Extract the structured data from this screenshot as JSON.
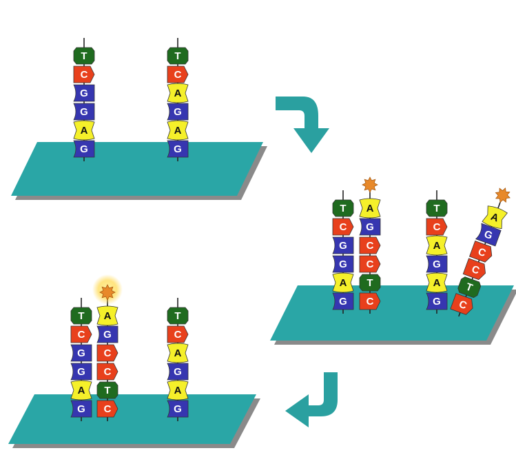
{
  "colors": {
    "T": "#1f6b1f",
    "C": "#e8401c",
    "G": "#3636b0",
    "A": "#f5f02a",
    "plate": "#2aa6a6",
    "plate_shadow": "#8a8a8a",
    "arrow": "#2aa0a0",
    "label": "#ffffff",
    "label_on_A": "#111111",
    "star": "#e8892a",
    "glow": "#ffe27a"
  },
  "panels": [
    {
      "id": "panel-1-probes",
      "strands": [
        {
          "id": "probe-1",
          "bases": [
            "T",
            "C",
            "G",
            "G",
            "A",
            "G"
          ],
          "label": false
        },
        {
          "id": "probe-2",
          "bases": [
            "T",
            "C",
            "A",
            "G",
            "A",
            "G"
          ],
          "label": false
        }
      ]
    },
    {
      "id": "panel-2-hybridization",
      "strands": [
        {
          "id": "probe-1",
          "bases": [
            "T",
            "C",
            "G",
            "G",
            "A",
            "G"
          ],
          "label": false
        },
        {
          "id": "target-1",
          "bases": [
            "A",
            "G",
            "C",
            "C",
            "T",
            "C"
          ],
          "label": true,
          "paired": true
        },
        {
          "id": "probe-2",
          "bases": [
            "T",
            "C",
            "A",
            "G",
            "A",
            "G"
          ],
          "label": false
        },
        {
          "id": "target-2",
          "bases": [
            "A",
            "G",
            "C",
            "C",
            "T",
            "C"
          ],
          "label": true,
          "paired": false
        }
      ]
    },
    {
      "id": "panel-3-detection",
      "strands": [
        {
          "id": "probe-1",
          "bases": [
            "T",
            "C",
            "G",
            "G",
            "A",
            "G"
          ],
          "label": false
        },
        {
          "id": "target-1",
          "bases": [
            "A",
            "G",
            "C",
            "C",
            "T",
            "C"
          ],
          "label": true,
          "paired": true,
          "glowing": true
        },
        {
          "id": "probe-2",
          "bases": [
            "T",
            "C",
            "A",
            "G",
            "A",
            "G"
          ],
          "label": false
        }
      ]
    }
  ],
  "arrows": [
    {
      "id": "arrow-step-1",
      "direction": "right-down"
    },
    {
      "id": "arrow-step-2",
      "direction": "down-left"
    }
  ]
}
